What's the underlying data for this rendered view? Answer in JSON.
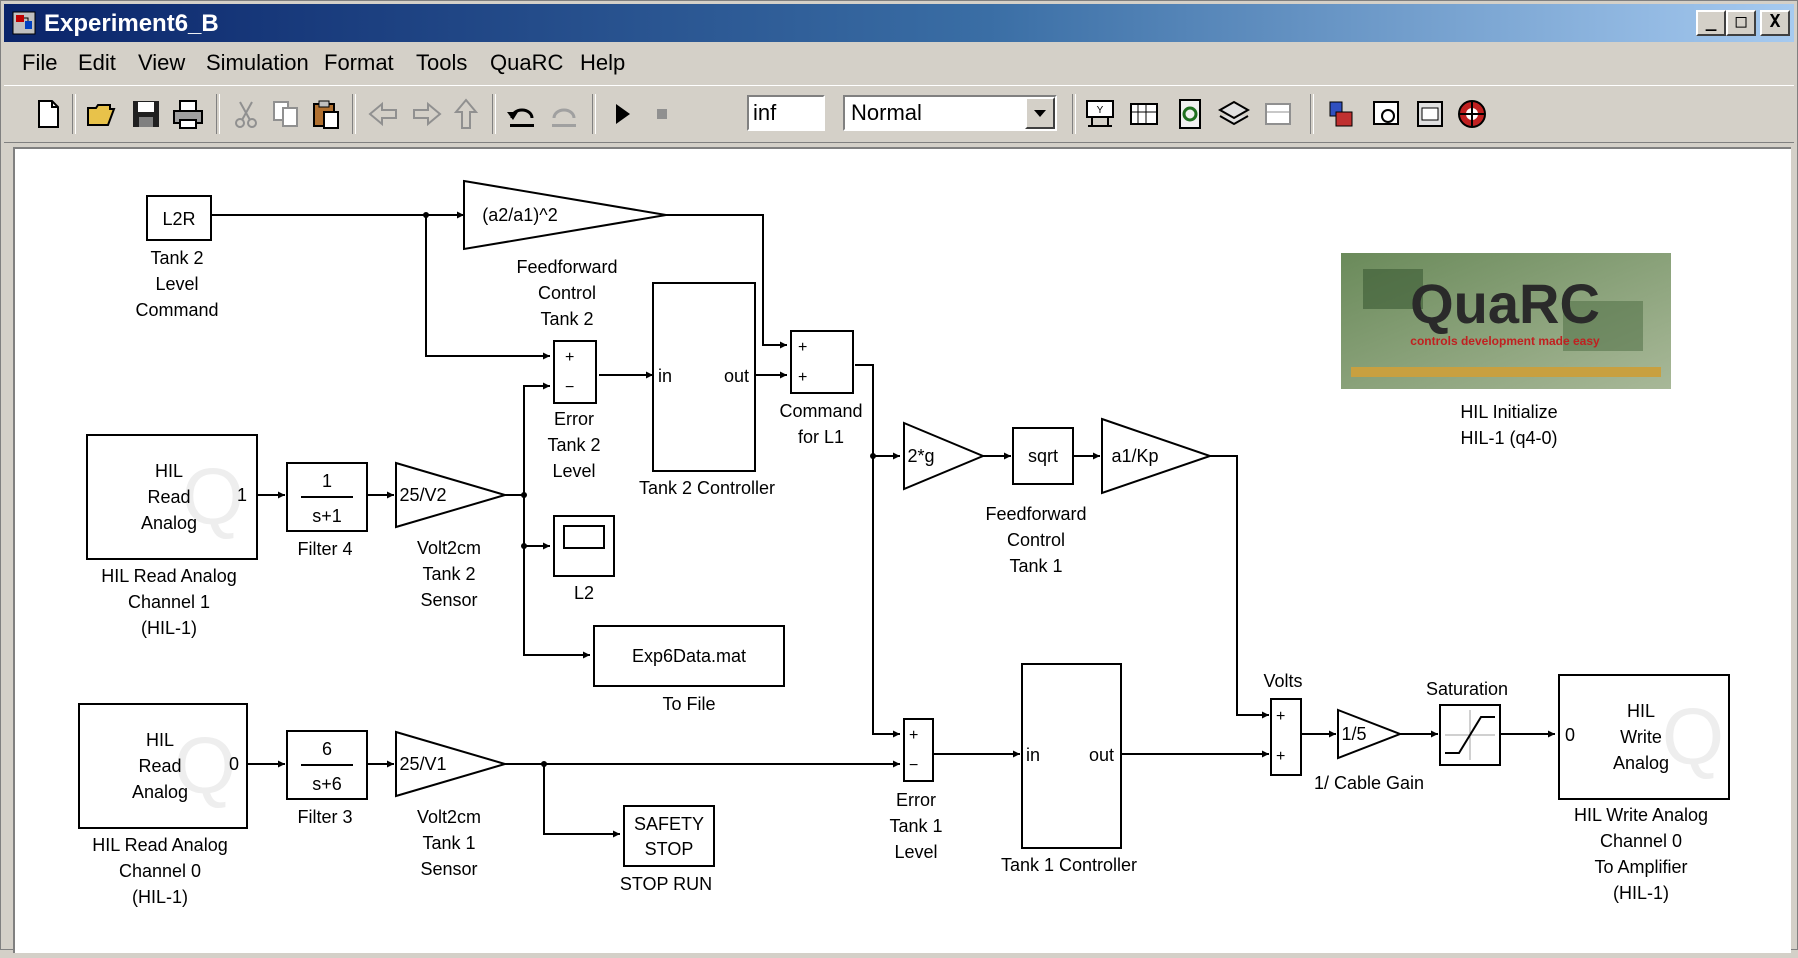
{
  "window": {
    "title": "Experiment6_B",
    "minimize": "_",
    "maximize": "□",
    "close": "X"
  },
  "menu": [
    "File",
    "Edit",
    "View",
    "Simulation",
    "Format",
    "Tools",
    "QuaRC",
    "Help"
  ],
  "toolbar": {
    "stop_time": "inf",
    "sim_mode": "Normal"
  },
  "colors": {
    "titlebar_start": "#0a246a",
    "titlebar_end": "#a6caf0",
    "chrome": "#d4d0c8",
    "canvas": "#ffffff"
  },
  "blocks": {
    "l2r": {
      "text": "L2R",
      "label": [
        "Tank 2",
        "Level",
        "Command"
      ]
    },
    "ff_gain2": {
      "text": "(a2/a1)^2",
      "label": [
        "Feedforward",
        "Control",
        "Tank 2"
      ]
    },
    "tank2_ctrl": {
      "in": "in",
      "out": "out",
      "label": "Tank 2 Controller"
    },
    "cmd_sum": {
      "p1": "+",
      "p2": "+",
      "label": [
        "Command",
        "for L1"
      ]
    },
    "err2_sum": {
      "p1": "+",
      "p2": "−",
      "label": [
        "Error",
        "Tank 2",
        "Level"
      ]
    },
    "hil_read1": {
      "text": [
        "HIL",
        "Read",
        "Analog"
      ],
      "port": "1",
      "label": [
        "HIL Read Analog",
        "Channel 1",
        "(HIL-1)"
      ]
    },
    "filter4": {
      "num": "1",
      "den": "s+1",
      "label": "Filter 4"
    },
    "volt2cm2": {
      "text": "25/V2",
      "label": [
        "Volt2cm",
        "Tank 2",
        "Sensor"
      ]
    },
    "scope": {
      "label": "L2"
    },
    "tofile": {
      "text": "Exp6Data.mat",
      "label": "To File"
    },
    "g2": {
      "text": "2*g"
    },
    "sqrt": {
      "text": "sqrt",
      "label": [
        "Feedforward",
        "Control",
        "Tank 1"
      ]
    },
    "a1kp": {
      "text": "a1/Kp"
    },
    "quarc": {
      "logo_text": "QuaRC",
      "tagline": "controls development made easy",
      "label": [
        "HIL Initialize",
        "HIL-1 (q4-0)"
      ]
    },
    "hil_read0": {
      "text": [
        "HIL",
        "Read",
        "Analog"
      ],
      "port": "0",
      "label": [
        "HIL Read Analog",
        "Channel 0",
        "(HIL-1)"
      ]
    },
    "filter3": {
      "num": "6",
      "den": "s+6",
      "label": "Filter 3"
    },
    "volt2cm1": {
      "text": "25/V1",
      "label": [
        "Volt2cm",
        "Tank 1",
        "Sensor"
      ]
    },
    "safety": {
      "text": [
        "SAFETY",
        "STOP"
      ],
      "label": "STOP RUN"
    },
    "err1_sum": {
      "p1": "+",
      "p2": "−",
      "label": [
        "Error",
        "Tank 1",
        "Level"
      ]
    },
    "tank1_ctrl": {
      "in": "in",
      "out": "out",
      "label": "Tank 1 Controller"
    },
    "volts_sum": {
      "p1": "+",
      "p2": "+",
      "label": "Volts"
    },
    "cable_gain": {
      "text": "1/5",
      "label": "1/ Cable Gain"
    },
    "saturation": {
      "label": "Saturation"
    },
    "hil_write": {
      "text": [
        "HIL",
        "Write",
        "Analog"
      ],
      "port": "0",
      "label": [
        "HIL Write Analog",
        "Channel 0",
        "To Amplifier",
        "(HIL-1)"
      ]
    }
  }
}
